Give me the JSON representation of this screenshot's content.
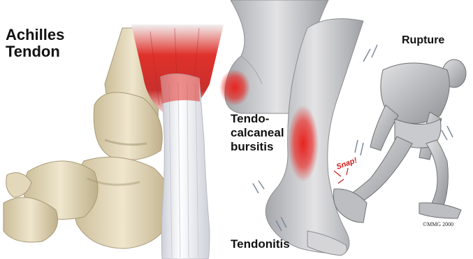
{
  "labels": {
    "achilles_line1": "Achilles",
    "achilles_line2": "Tendon",
    "rupture": "Rupture",
    "bursitis_line1": "Tendo-",
    "bursitis_line2": "calcaneal",
    "bursitis_line3": "bursitis",
    "tendonitis": "Tendonitis",
    "snap": "Snap!",
    "copyright": "©MMG 2000"
  },
  "colors": {
    "bone": "#e7dcc1",
    "bone_shadow": "#b9ab88",
    "muscle_red": "#e0312b",
    "tendon_white": "#f3f3f6",
    "skin_gray": "#cfcfd2",
    "skin_shadow": "#9a9ca0",
    "inflammation": "#e8231f"
  }
}
